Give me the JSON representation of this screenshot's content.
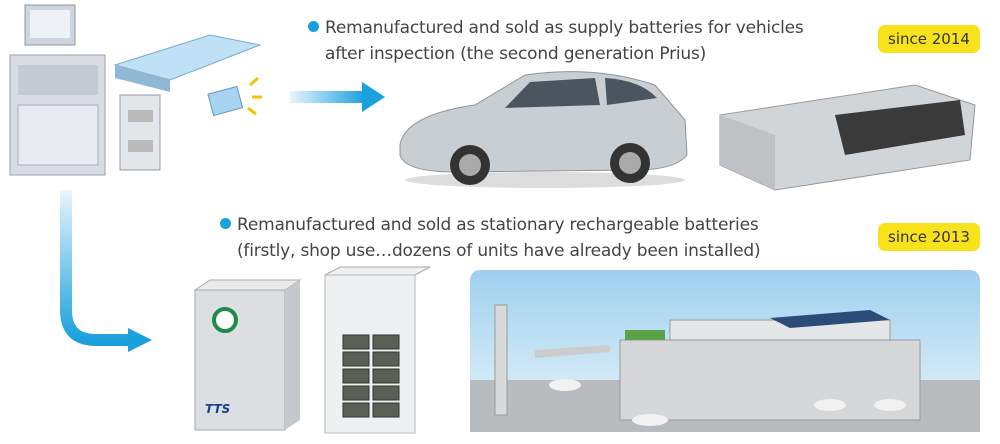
{
  "colors": {
    "accent": "#1aa0dc",
    "badge": "#f7e21b",
    "text": "#444444"
  },
  "vehicle_section": {
    "line1": "Remanufactured and sold as supply batteries for vehicles",
    "line2": "after inspection (the second generation Prius)",
    "badge": "since 2014"
  },
  "stationary_section": {
    "line1": "Remanufactured and sold as stationary rechargeable batteries",
    "line2": "(firstly, shop use…dozens of units have already been installed)",
    "badge": "since 2013"
  },
  "logo_text": "TTS"
}
